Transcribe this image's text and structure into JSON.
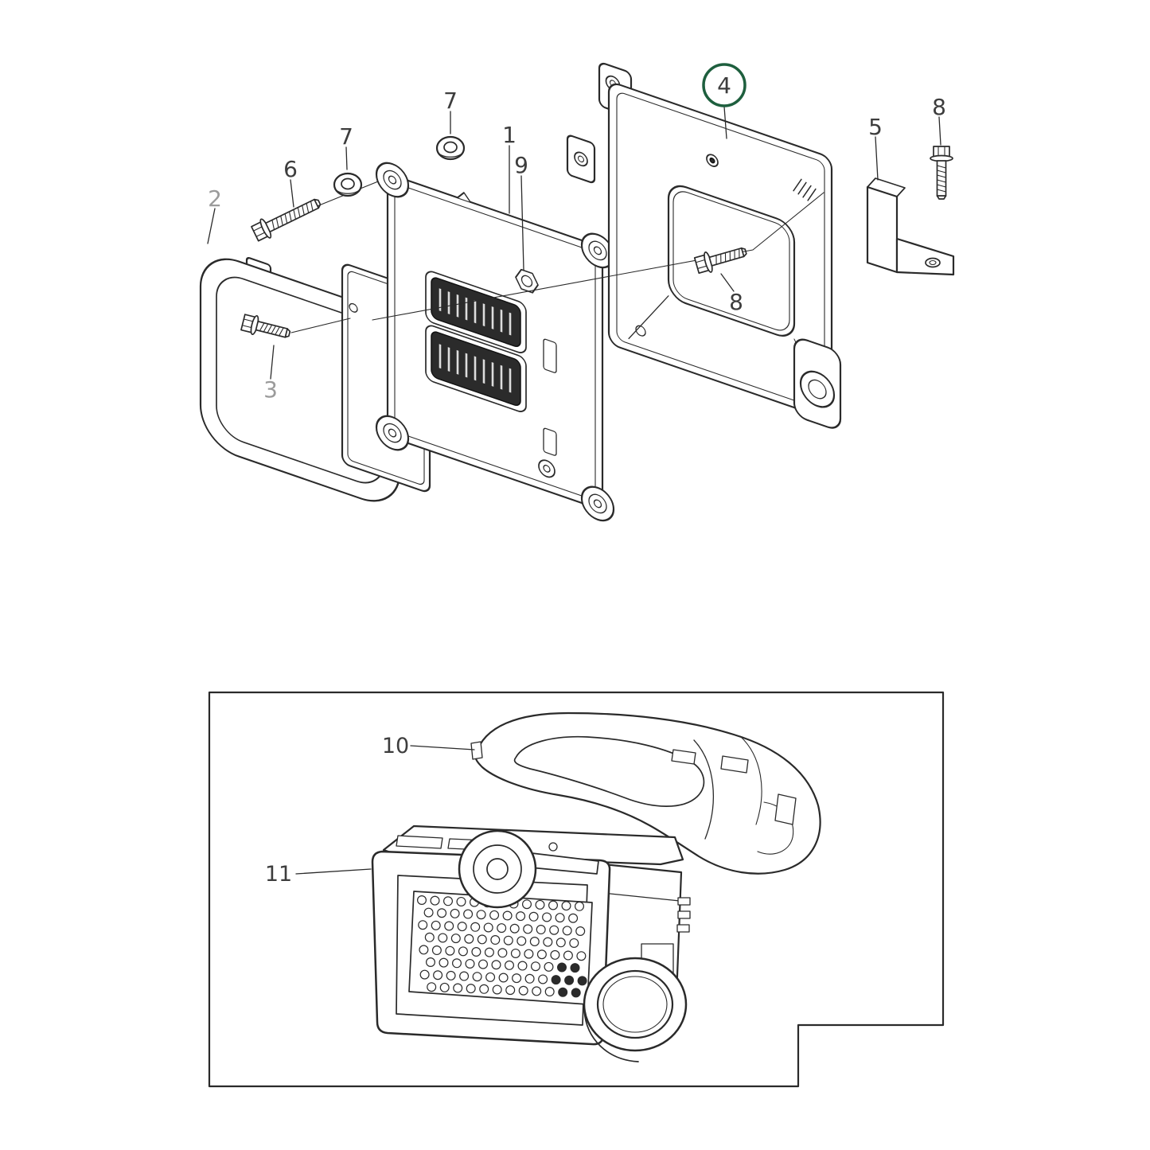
{
  "figure": {
    "type": "exploded-parts-diagram",
    "description": "ECU control module mounting exploded view with connector detail inset",
    "colors": {
      "highlight": "#1e5f3e",
      "label": "#3d3d3d",
      "label_muted": "#9b9b9b"
    },
    "highlighted_item": "4",
    "callouts": {
      "item1": "1",
      "item2": "2",
      "item3": "3",
      "item4": "4",
      "item5": "5",
      "item6": "6",
      "item7a": "7",
      "item7b": "7",
      "item8a": "8",
      "item8b": "8",
      "item9": "9",
      "item10": "10",
      "item11": "11"
    }
  }
}
